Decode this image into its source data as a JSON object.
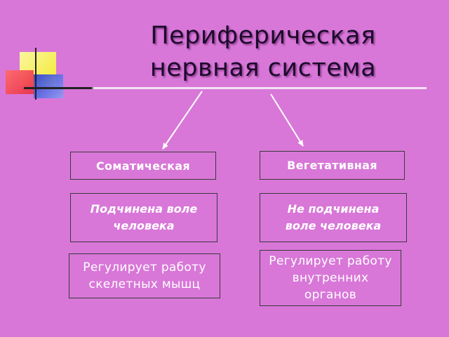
{
  "title": {
    "line1": "Периферическая",
    "line2": "нервная система"
  },
  "colors": {
    "background": "#d877d8",
    "box_border": "#3a3a3a",
    "box_text": "#ffffff",
    "title_text": "#1c0a2c",
    "deco_yellow": "#f3ea30",
    "deco_red": "#e8324a",
    "deco_blue": "#3b4fd8"
  },
  "left": {
    "header": "Соматическая",
    "property_line1": "Подчинена воле",
    "property_line2": "человека",
    "function_line1": "Регулирует работу",
    "function_line2": "скелетных мышц"
  },
  "right": {
    "header": "Вегетативная",
    "property_line1": "Не подчинена",
    "property_line2": "воле человека",
    "function_line1": "Регулирует работу",
    "function_line2": "внутренних",
    "function_line3": "органов"
  }
}
